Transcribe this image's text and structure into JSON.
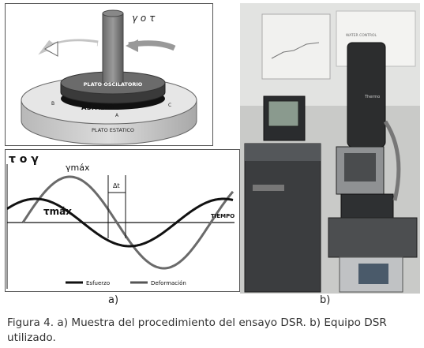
{
  "figure": {
    "panel_a_top": {
      "top_symbol_label": "γ o τ",
      "oscillating_plate_label": "PLATO OSCILATORIO",
      "asphalt_label": "ASFALTO",
      "static_plate_label": "PLATO ESTATICO",
      "point_a": "A",
      "point_b": "B",
      "point_c": "C"
    },
    "panel_a_bottom": {
      "y_axis_label": "τ o γ",
      "gamma_label": "γmáx",
      "tau_label": "τmáx",
      "delta_t_label": "Δt",
      "time_label": "TIEMPO",
      "legend": [
        {
          "label": "Esfuerzo",
          "color": "#111111"
        },
        {
          "label": "Deformación",
          "color": "#555555"
        }
      ]
    },
    "panel_b": {
      "description_icon": "dsr-equipment-photo",
      "instrument_brand": "Thermo",
      "poster_text": "WATER CONTROL"
    },
    "label_a": "a)",
    "label_b": "b)"
  },
  "caption": {
    "text": "Figura 4. a) Muestra del procedimiento del ensayo DSR. b) Equipo DSR utilizado."
  }
}
